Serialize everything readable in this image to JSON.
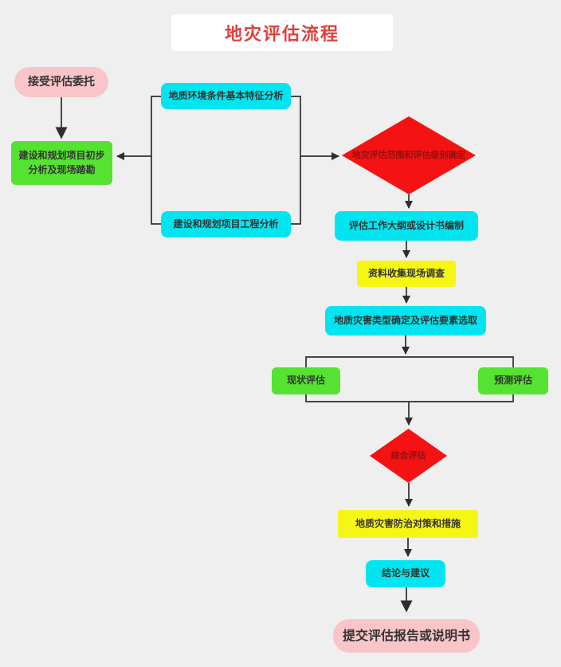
{
  "title": "地灾评估流程",
  "colors": {
    "background": "#efeff0",
    "title_text": "#e0403d",
    "pink": "#f9c5c8",
    "green": "#55e230",
    "cyan": "#00e5f0",
    "yellow": "#f6f614",
    "red": "#f41212",
    "diamond_text": "#8c1212",
    "box_text": "#343434",
    "connector": "#2e2e2e"
  },
  "nodes": {
    "start": {
      "label": "接受评估委托",
      "shape": "rounded-pill",
      "color": "pink"
    },
    "preliminary": {
      "label": "建设和规划项目初步分析及现场踏勘",
      "shape": "rect",
      "color": "green"
    },
    "geo_env": {
      "label": "地质环境条件基本特征分析",
      "shape": "rect",
      "color": "cyan"
    },
    "project_eng": {
      "label": "建设和规划项目工程分析",
      "shape": "rect",
      "color": "cyan"
    },
    "scope_level": {
      "label": "地灾评估范围和评估级别确定",
      "shape": "diamond",
      "color": "red"
    },
    "outline": {
      "label": "评估工作大纲或设计书编制",
      "shape": "rect",
      "color": "cyan"
    },
    "data_collection": {
      "label": "资料收集现场调查",
      "shape": "rect",
      "color": "yellow"
    },
    "disaster_type": {
      "label": "地质灾害类型确定及评估要素选取",
      "shape": "rect",
      "color": "cyan"
    },
    "current_assessment": {
      "label": "现状评估",
      "shape": "rect",
      "color": "green"
    },
    "prediction_assessment": {
      "label": "预测评估",
      "shape": "rect",
      "color": "green"
    },
    "comprehensive": {
      "label": "综合评估",
      "shape": "diamond",
      "color": "red"
    },
    "countermeasures": {
      "label": "地质灾害防治对策和措施",
      "shape": "rect",
      "color": "yellow"
    },
    "conclusion": {
      "label": "结论与建议",
      "shape": "rect",
      "color": "cyan"
    },
    "end": {
      "label": "提交评估报告或说明书",
      "shape": "rounded-pill",
      "color": "pink"
    }
  }
}
